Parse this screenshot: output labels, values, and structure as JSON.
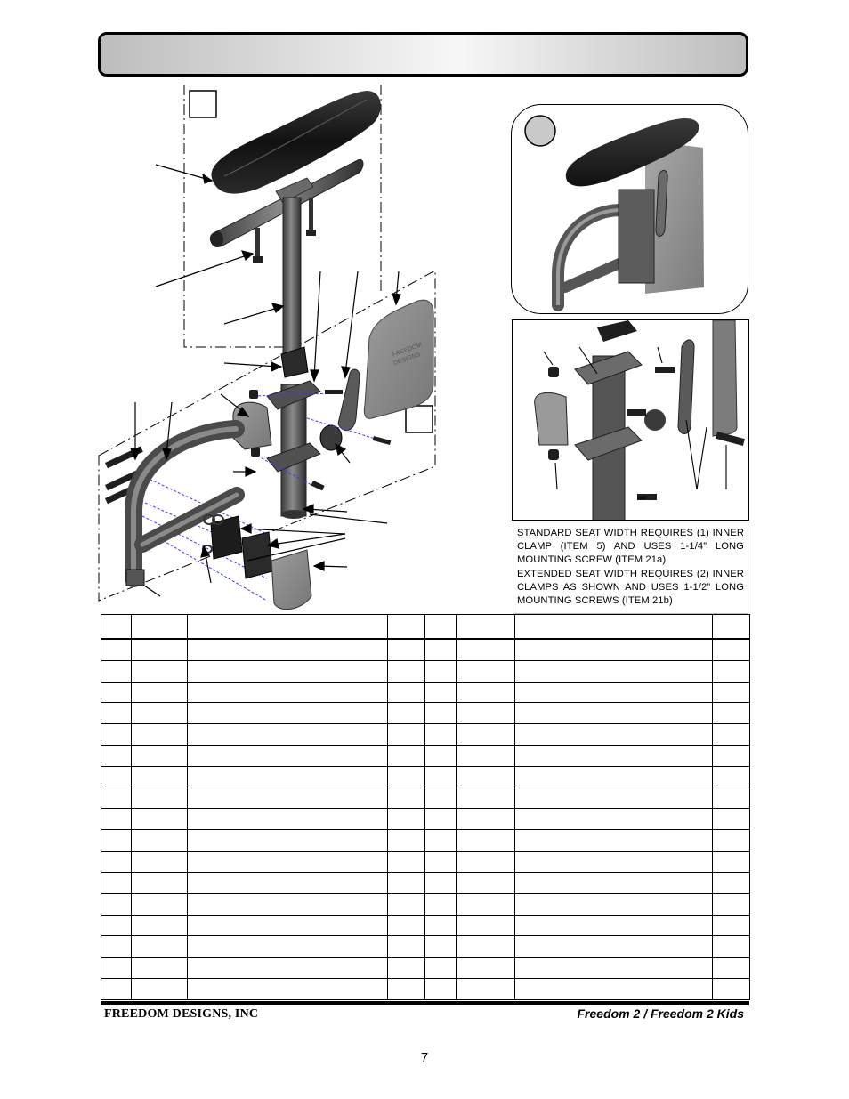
{
  "header": {
    "title_text": ""
  },
  "diagram": {
    "panel_a_label": "",
    "panel_b_label": "",
    "inset_circle_label": "",
    "backplate_text_line1": "FREEDOM",
    "backplate_text_line2": "DESIGNS"
  },
  "note": {
    "standard": "STANDARD SEAT WIDTH REQUIRES (1) INNER CLAMP (ITEM 5) AND USES 1-1/4” LONG MOUNTING SCREW (ITEM 21a)",
    "extended": "EXTENDED SEAT WIDTH REQUIRES (2) INNER CLAMPS AS SHOWN AND USES 1-1/2” LONG MOUNTING SCREWS (ITEM 21b)"
  },
  "parts_table": {
    "columns": [
      "",
      "",
      "",
      "",
      "",
      "",
      "",
      ""
    ],
    "rows": [
      [
        "",
        "",
        "",
        "",
        "",
        "",
        "",
        ""
      ],
      [
        "",
        "",
        "",
        "",
        "",
        "",
        "",
        ""
      ],
      [
        "",
        "",
        "",
        "",
        "",
        "",
        "",
        ""
      ],
      [
        "",
        "",
        "",
        "",
        "",
        "",
        "",
        ""
      ],
      [
        "",
        "",
        "",
        "",
        "",
        "",
        "",
        ""
      ],
      [
        "",
        "",
        "",
        "",
        "",
        "",
        "",
        ""
      ],
      [
        "",
        "",
        "",
        "",
        "",
        "",
        "",
        ""
      ],
      [
        "",
        "",
        "",
        "",
        "",
        "",
        "",
        ""
      ],
      [
        "",
        "",
        "",
        "",
        "",
        "",
        "",
        ""
      ],
      [
        "",
        "",
        "",
        "",
        "",
        "",
        "",
        ""
      ],
      [
        "",
        "",
        "",
        "",
        "",
        "",
        "",
        ""
      ],
      [
        "",
        "",
        "",
        "",
        "",
        "",
        "",
        ""
      ],
      [
        "",
        "",
        "",
        "",
        "",
        "",
        "",
        ""
      ],
      [
        "",
        "",
        "",
        "",
        "",
        "",
        "",
        ""
      ],
      [
        "",
        "",
        "",
        "",
        "",
        "",
        "",
        ""
      ],
      [
        "",
        "",
        "",
        "",
        "",
        "",
        "",
        ""
      ],
      [
        "",
        "",
        "",
        "",
        "",
        "",
        "",
        ""
      ]
    ]
  },
  "footer": {
    "company": "FREEDOM DESIGNS, INC",
    "model": "Freedom 2 / Freedom 2 Kids",
    "page_number": "7"
  },
  "colors": {
    "part_dark": "#1e1e1e",
    "part_mid": "#5a5a5a",
    "part_light": "#9a9a9a",
    "screw_line": "#3a3aff"
  }
}
